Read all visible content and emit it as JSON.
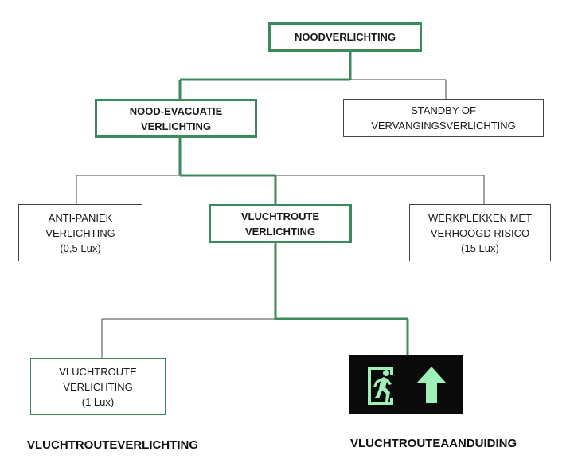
{
  "colors": {
    "accent": "#3c8a5b",
    "line_dark": "#444444",
    "sign_bg": "#0a0a0a",
    "sign_glow": "#9ff0b8"
  },
  "nodes": {
    "root": {
      "lines": [
        "NOODVERLICHTING"
      ]
    },
    "evac": {
      "lines": [
        "NOOD-EVACUATIE",
        "VERLICHTING"
      ]
    },
    "standby": {
      "lines": [
        "STANDBY OF",
        "VERVANGINGSVERLICHTING"
      ]
    },
    "antipanic": {
      "lines": [
        "ANTI-PANIEK",
        "VERLICHTING",
        "(0,5 Lux)"
      ]
    },
    "route": {
      "lines": [
        "VLUCHTROUTE",
        "VERLICHTING"
      ]
    },
    "workplace": {
      "lines": [
        "WERKPLEKKEN MET",
        "VERHOOGD RISICO",
        "(15 Lux)"
      ]
    },
    "route_light": {
      "lines": [
        "VLUCHTROUTE",
        "VERLICHTING",
        "(1 Lux)"
      ]
    }
  },
  "captions": {
    "left": "VLUCHTROUTEVERLICHTING",
    "right": "VLUCHTROUTEAANDUIDING"
  },
  "sign": {
    "icons": [
      "running-man-icon",
      "arrow-up-icon"
    ]
  }
}
